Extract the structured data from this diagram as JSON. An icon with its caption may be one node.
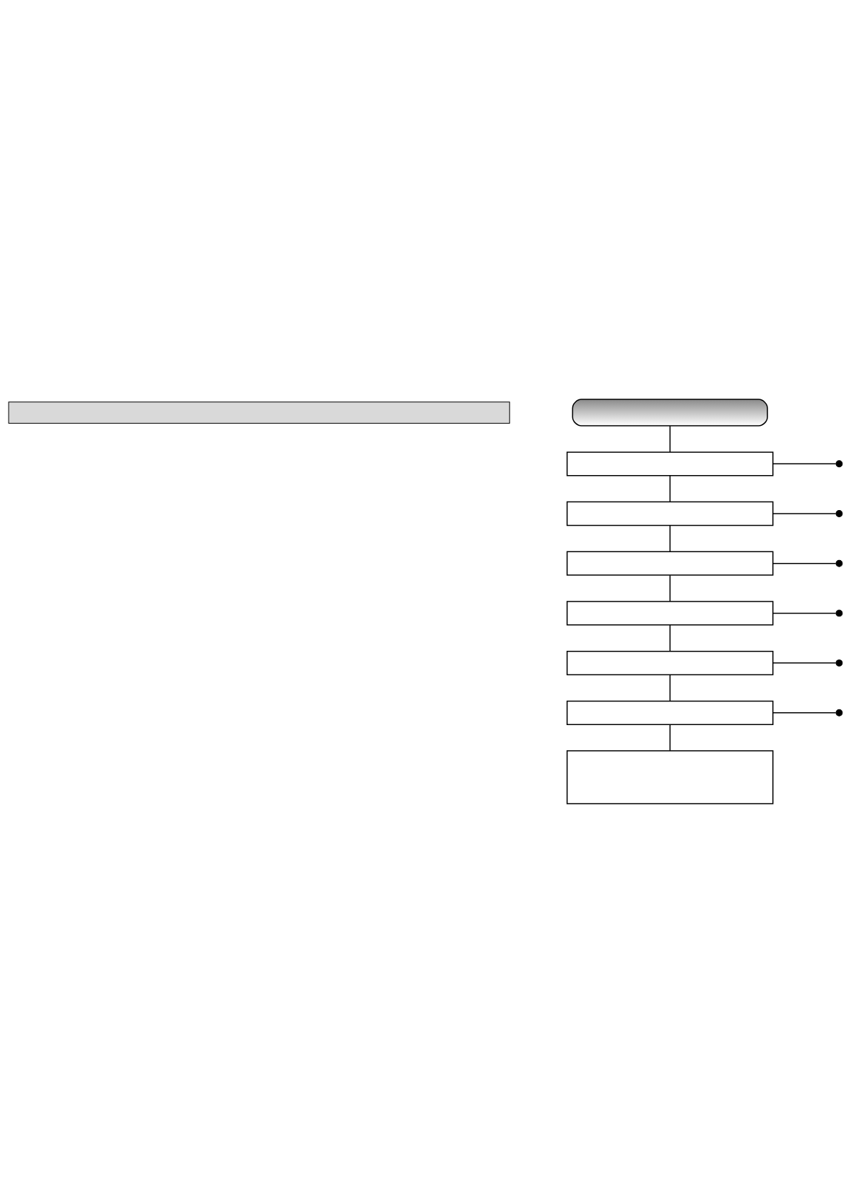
{
  "diagram": {
    "nodes": [
      {
        "text": [],
        "shape": "bar"
      },
      {
        "text": [],
        "shape": "box"
      },
      {
        "text": [],
        "shape": "box"
      },
      {
        "text": [],
        "shape": "box"
      },
      {
        "text": [],
        "shape": "box"
      },
      {
        "text": [],
        "shape": "box"
      },
      {
        "text": [],
        "shape": "box"
      },
      {
        "text": [],
        "shape": "box"
      },
      {
        "text": [],
        "shape": "box"
      },
      {
        "text": [],
        "shape": "circle"
      },
      {
        "text": [],
        "shape": "circle"
      },
      {
        "text": [],
        "shape": "circle"
      },
      {
        "text": [],
        "shape": "circle"
      },
      {
        "text": [],
        "shape": "circle"
      },
      {
        "text": [],
        "shape": "circle"
      }
    ],
    "edges": [
      {
        "from": 1,
        "to": 2,
        "arrow": "none"
      },
      {
        "from": 2,
        "to": 3,
        "arrow": "none"
      },
      {
        "from": 3,
        "to": 4,
        "arrow": "none"
      },
      {
        "from": 4,
        "to": 5,
        "arrow": "none"
      },
      {
        "from": 5,
        "to": 6,
        "arrow": "none"
      },
      {
        "from": 6,
        "to": 7,
        "arrow": "none"
      },
      {
        "from": 7,
        "to": 8,
        "arrow": "none"
      },
      {
        "from": 2,
        "to": 9,
        "arrow": "none"
      },
      {
        "from": 3,
        "to": 10,
        "arrow": "none"
      },
      {
        "from": 4,
        "to": 11,
        "arrow": "none"
      },
      {
        "from": 5,
        "to": 12,
        "arrow": "none"
      },
      {
        "from": 6,
        "to": 13,
        "arrow": "none"
      },
      {
        "from": 7,
        "to": 14,
        "arrow": "none"
      }
    ]
  }
}
